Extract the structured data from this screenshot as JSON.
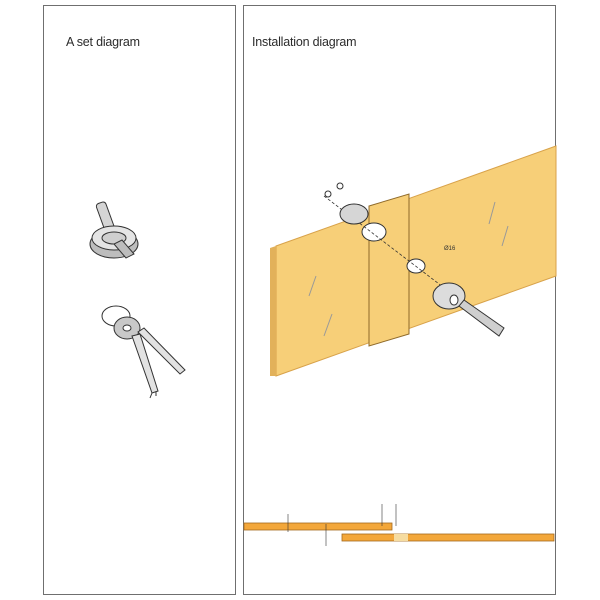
{
  "panels": {
    "set": {
      "title": "A set  diagram"
    },
    "install": {
      "title": "Installation diagram",
      "hole_label": "Ø16"
    }
  },
  "colors": {
    "glass": "#f7cf78",
    "glass_edge": "#d8a24a",
    "line": "#333333",
    "metal": "#c9c9c9"
  }
}
